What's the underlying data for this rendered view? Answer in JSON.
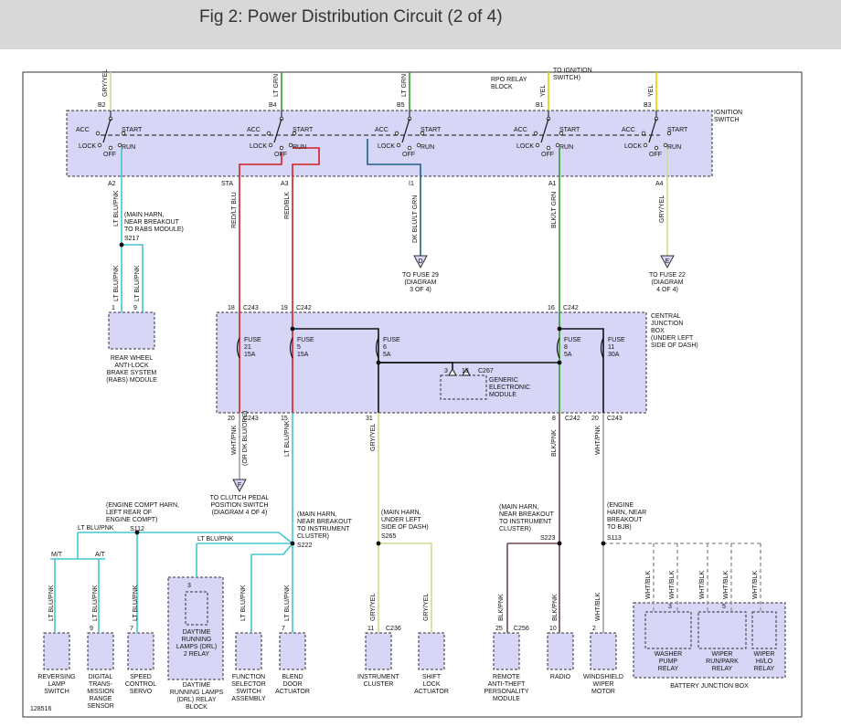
{
  "title": "Fig 2: Power Distribution Circuit (2 of 4)",
  "figure_number": "128516",
  "colors": {
    "box_fill": "#d7d6f6",
    "GRY_YEL": "#d9d990",
    "LT_GRN": "#2ea02e",
    "YEL": "#e8d000",
    "LT_BLU_PNK": "#40c8d0",
    "RED_LT_BLU": "#d02020",
    "RED_BLK": "#d02020",
    "DK_BLU_LT_GRN": "#206080",
    "BLK_LT_GRN": "#2ea02e",
    "WHT_PNK": "#a0a0a0",
    "BLK_PNK": "#704848",
    "WHT_BLK": "#a0a0a0",
    "splice": "#111111"
  },
  "ignition": {
    "switch_label": [
      "IGNITION",
      "SWITCH"
    ],
    "rpo_label": [
      "RPO RELAY",
      "BLOCK"
    ],
    "to_ign_label": [
      "TO IGNITION",
      "SWITCH)"
    ],
    "sections": [
      {
        "in_pin": "B2",
        "in_wire": "GRY/YEL",
        "acc": "ACC",
        "lock": "LOCK",
        "off": "OFF",
        "start": "START",
        "run": "RUN"
      },
      {
        "in_pin": "B4",
        "in_wire": "LT GRN",
        "acc": "ACC",
        "lock": "LOCK",
        "off": "OFF",
        "start": "START",
        "run": "RUN"
      },
      {
        "in_pin": "B5",
        "in_wire": "LT GRN",
        "acc": "ACC",
        "lock": "LOCK",
        "off": "OFF",
        "start": "START",
        "run": "RUN"
      },
      {
        "in_pin": "B1",
        "in_wire": "YEL",
        "acc": "ACC",
        "lock": "LOCK",
        "off": "OFF",
        "start": "START",
        "run": "RUN"
      },
      {
        "in_pin": "B3",
        "in_wire": "YEL",
        "acc": "ACC",
        "lock": "LOCK",
        "off": "OFF",
        "start": "START",
        "run": "RUN"
      }
    ],
    "outputs": [
      {
        "pin": "A2",
        "wire": "LT BLU/PNK"
      },
      {
        "pin": "STA",
        "wire": "RED/LT BLU"
      },
      {
        "pin": "A3",
        "wire": "RED/BLK"
      },
      {
        "pin": "I1",
        "wire": "DK BLU/LT GRN"
      },
      {
        "pin": "A1",
        "wire": "BLK/LT GRN"
      },
      {
        "pin": "A4",
        "wire": "GRY/YEL"
      }
    ]
  },
  "rabs": {
    "note": [
      "(MAIN HARN,",
      "NEAR BREAKOUT",
      "TO RABS MODULE)"
    ],
    "splice": "S217",
    "wire_left": "LT BLU/PNK",
    "wire_right": "LT BLU/PNK",
    "pin_left": "1",
    "pin_right": "9",
    "label": [
      "REAR WHEEL",
      "ANTI-LOCK",
      "BRAKE SYSTEM",
      "(RABS) MODULE"
    ]
  },
  "refs": {
    "d": {
      "letter": "D",
      "text": [
        "TO FUSE 29",
        "(DIAGRAM",
        "3 OF 4)"
      ]
    },
    "e": {
      "letter": "E",
      "text": [
        "TO FUSE 22",
        "(DIAGRAM",
        "4 OF 4)"
      ]
    },
    "f": {
      "letter": "F",
      "text": [
        "TO CLUTCH PEDAL",
        "POSITION SWITCH",
        "(DIAGRAM 4 OF 4)"
      ]
    }
  },
  "cjb": {
    "label": [
      "CENTRAL",
      "JUNCTION",
      "BOX",
      "(UNDER LEFT",
      "SIDE OF DASH)"
    ],
    "in_pins": [
      {
        "pin": "18",
        "conn": "C243"
      },
      {
        "pin": "19",
        "conn": "C242"
      },
      {
        "pin": "16",
        "conn": "C242"
      }
    ],
    "fuses": [
      {
        "name": "FUSE",
        "num": "21",
        "amps": "15A"
      },
      {
        "name": "FUSE",
        "num": "5",
        "amps": "15A"
      },
      {
        "name": "FUSE",
        "num": "6",
        "amps": "5A"
      },
      {
        "name": "FUSE",
        "num": "8",
        "amps": "5A"
      },
      {
        "name": "FUSE",
        "num": "11",
        "amps": "30A"
      }
    ],
    "gem": {
      "label": [
        "GENERIC",
        "ELECTRONIC",
        "MODULE"
      ],
      "pin_a": "3",
      "pin_b": "13",
      "conn": "C267"
    },
    "out_pins": [
      {
        "pin": "20",
        "conn": "C243"
      },
      {
        "pin": "15",
        "conn": ""
      },
      {
        "pin": "31",
        "conn": ""
      },
      {
        "pin": "8",
        "conn": "C242"
      },
      {
        "pin": "20",
        "conn": "C243"
      }
    ],
    "out_wires": [
      "WHT/PNK",
      "(OR DK BLU/ORG)",
      "LT BLU/PNK",
      "GRY/YEL",
      "BLK/PNK",
      "WHT/PNK"
    ]
  },
  "splices": {
    "s112": {
      "id": "S112",
      "note": [
        "(ENGINE COMPT HARN,",
        "LEFT REAR OF",
        "ENGINE COMPT)"
      ]
    },
    "s222": {
      "id": "S222",
      "note": [
        "(MAIN HARN,",
        "NEAR BREAKOUT",
        "TO INSTRUMENT",
        "CLUSTER)"
      ]
    },
    "s265": {
      "id": "S265",
      "note": [
        "(MAIN HARN,",
        "UNDER LEFT",
        "SIDE OF DASH)"
      ]
    },
    "s223": {
      "id": "S223",
      "note": [
        "(MAIN HARN,",
        "NEAR BREAKOUT",
        "TO INSTRUMENT",
        "CLUSTER)"
      ]
    },
    "s113": {
      "id": "S113",
      "note": [
        "(ENGINE",
        "HARN, NEAR",
        "BREAKOUT",
        "TO BJB)"
      ]
    }
  },
  "branch_labels": {
    "mt": "M/T",
    "at": "A/T",
    "lt_blu_pnk": "LT BLU/PNK"
  },
  "bottom": [
    {
      "wire": "LT BLU/PNK",
      "pin": "",
      "conn": "",
      "label": [
        "REVERSING",
        "LAMP",
        "SWITCH"
      ]
    },
    {
      "wire": "LT BLU/PNK",
      "pin": "9",
      "conn": "",
      "label": [
        "DIGITAL",
        "TRANS-",
        "MISSION",
        "RANGE",
        "SENSOR"
      ]
    },
    {
      "wire": "LT BLU/PNK",
      "pin": "7",
      "conn": "",
      "label": [
        "SPEED",
        "CONTROL",
        "SERVO"
      ]
    },
    {
      "wire": "",
      "pin": "3",
      "conn": "",
      "label": [
        "DAYTIME",
        "RUNNING LAMPS",
        "(DRL) RELAY",
        "BLOCK"
      ],
      "inner": [
        "DAYTIME",
        "RUNNING",
        "LAMPS (DRL)",
        "2 RELAY"
      ]
    },
    {
      "wire": "LT BLU/PNK",
      "pin": "",
      "conn": "",
      "label": [
        "FUNCTION",
        "SELECTOR",
        "SWITCH",
        "ASSEMBLY"
      ]
    },
    {
      "wire": "LT BLU/PNK",
      "pin": "7",
      "conn": "",
      "label": [
        "BLEND",
        "DOOR",
        "ACTUATOR"
      ]
    },
    {
      "wire": "GRY/YEL",
      "pin": "11",
      "conn": "C236",
      "label": [
        "INSTRUMENT",
        "CLUSTER"
      ]
    },
    {
      "wire": "GRY/YEL",
      "pin": "",
      "conn": "",
      "label": [
        "SHIFT",
        "LOCK",
        "ACTUATOR"
      ]
    },
    {
      "wire": "BLK/PNK",
      "pin": "25",
      "conn": "C256",
      "label": [
        "REMOTE",
        "ANTI-THEFT",
        "PERSONALITY",
        "MODULE"
      ]
    },
    {
      "wire": "BLK/PNK",
      "pin": "10",
      "conn": "",
      "label": [
        "RADIO"
      ]
    },
    {
      "wire": "WHT/BLK",
      "pin": "2",
      "conn": "",
      "label": [
        "WINDSHIELD",
        "WIPER",
        "MOTOR"
      ]
    }
  ],
  "bjb": {
    "label": "BATTERY JUNCTION BOX",
    "wires": [
      "WHT/BLK",
      "WHT/BLK",
      "WHT/BLK",
      "WHT/BLK",
      "WHT/BLK",
      "WHT/BLK"
    ],
    "pins": [
      "3",
      "5"
    ],
    "relays": [
      {
        "label": [
          "WASHER",
          "PUMP",
          "RELAY"
        ]
      },
      {
        "label": [
          "WIPER",
          "RUN/PARK",
          "RELAY"
        ]
      },
      {
        "label": [
          "WIPER",
          "HI/LO",
          "RELAY"
        ]
      }
    ]
  }
}
